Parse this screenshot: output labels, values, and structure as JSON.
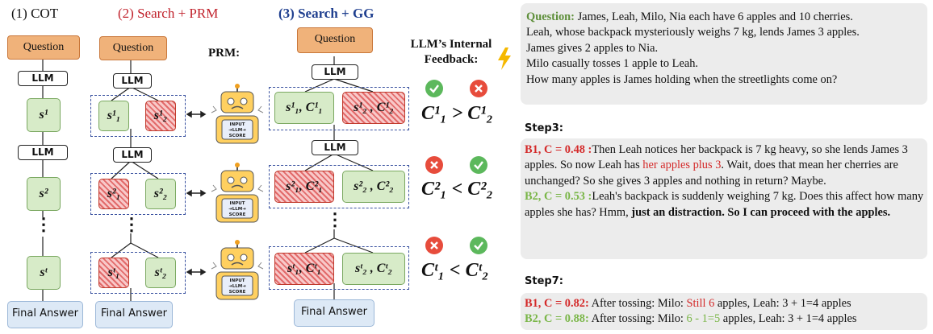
{
  "headers": {
    "cot": "(1) COT",
    "prm": "(2) Search + PRM",
    "gg": "(3) Search + GG",
    "prm_label": "PRM:",
    "internal": "LLM’s Internal Feedback:"
  },
  "nodes": {
    "question": "Question",
    "llm": "LLM",
    "final_answer": "Final Answer",
    "cot_steps": [
      "s¹",
      "s²",
      "sᵗ"
    ],
    "prm_row1": [
      "s¹₁",
      "s¹₂"
    ],
    "prm_row2": [
      "s²₁",
      "s²₂"
    ],
    "prm_row3": [
      "sᵗ₁",
      "sᵗ₂"
    ],
    "gg_row1": [
      "s¹₁, C¹₁",
      "s¹₂ , C¹₂"
    ],
    "gg_row2": [
      "s²₁, C²₁",
      "s²₂ , C²₂"
    ],
    "gg_row3": [
      "sᵗ₁, Cᵗ₁",
      "sᵗ₂ , Cᵗ₂"
    ],
    "robot_screen": [
      "INPUT",
      "➜LLM➜",
      "SCORE"
    ]
  },
  "comparisons": [
    "C¹₁ > C¹₂",
    "C²₁ < C²₂",
    "Cᵗ₁ < Cᵗ₂"
  ],
  "question_panel": {
    "label": "Question:",
    "lines": [
      "James, Leah, Milo, Nia each have 6 apples and 10 cherries.",
      "Leah, whose backpack mysteriously weighs 7 kg, lends James 3 apples.",
      "James gives 2 apples to Nia.",
      "Milo casually tosses 1 apple to Leah.",
      "How many apples is James holding when the streetlights come on?"
    ]
  },
  "step3": {
    "title": "Step3:",
    "b1_label": "B1, C = 0.48 :",
    "b1_text_a": "Then Leah notices her backpack is 7 kg heavy, so she lends James 3 apples. So now Leah has ",
    "b1_highlight": "her apples plus 3",
    "b1_text_b": ". Wait, does that mean her cherries are unchanged? So she gives 3 apples and nothing in return? Maybe.",
    "b2_label": "B2, C = 0.53 :",
    "b2_text": "Leah's backpack is suddenly weighing 7 kg. Does this affect how many apples she has? Hmm, ",
    "b2_bold": "just an distraction. So I can proceed with the apples."
  },
  "step7": {
    "title": "Step7:",
    "b1_label": "B1, C = 0.82:",
    "b1_text_a": " After tossing: Milo: ",
    "b1_highlight": "Still 6",
    "b1_text_b": " apples, Leah: 3 + 1=4 apples",
    "b2_label": "B2, C = 0.88:",
    "b2_text_a": " After tossing: Milo: ",
    "b2_highlight": "6 - 1=5",
    "b2_text_b": " apples, Leah: 3 + 1=4 apples"
  },
  "colors": {
    "question_fill": "#f0b27a",
    "step_green": "#d7ebc8",
    "step_red_hatch": "#e26a6a",
    "final_fill": "#dde9f6",
    "panel_bg": "#ececec",
    "dash_blue": "#3a52a0",
    "accent_green": "#7ab648",
    "accent_red": "#d42a2a"
  }
}
